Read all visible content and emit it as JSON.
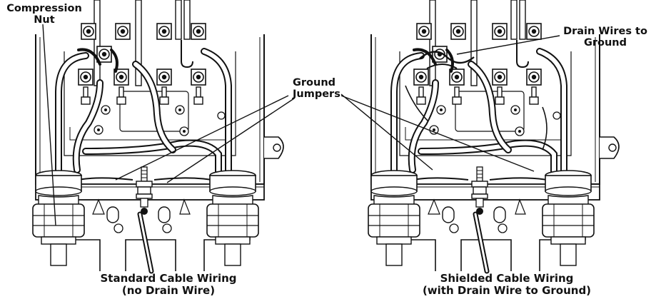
{
  "labels": {
    "compression_nut": [
      "Compression",
      "Nut"
    ],
    "ground_jumpers": [
      "Ground",
      "Jumpers"
    ],
    "drain_wires": [
      "Drain Wires to",
      "Ground"
    ]
  },
  "captions": {
    "standard": [
      "Standard Cable Wiring",
      "(no Drain Wire)"
    ],
    "shielded": [
      "Shielded Cable Wiring",
      "(with Drain Wire to Ground)"
    ]
  },
  "colors": {
    "ink": "#111111",
    "paper": "#ffffff",
    "shade": "#d8d8d8"
  }
}
